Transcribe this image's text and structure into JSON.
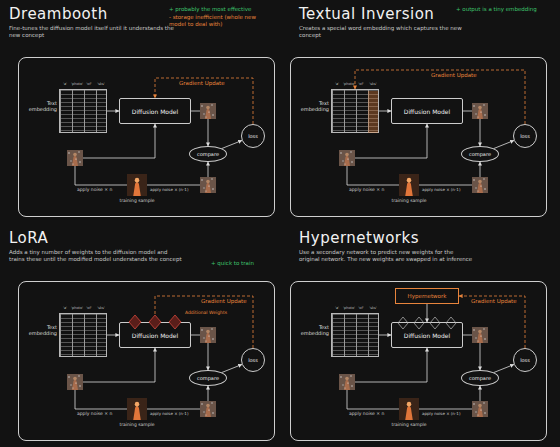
{
  "diagram": {
    "nodes": [
      {
        "text": [
          "Dreambooth",
          "Fine-tunes the diffusion model itself until it understands the new concept"
        ]
      },
      {
        "text": [
          "Text embedding"
        ],
        "in": 0
      },
      {
        "text": [
          "Diffusion Model"
        ],
        "in": 0
      },
      {
        "text": [
          "compare"
        ],
        "in": 0
      },
      {
        "text": [
          "loss"
        ],
        "in": 0
      },
      {
        "text": [
          "training sample"
        ],
        "in": 0
      },
      {
        "text": [
          "Textual Inversion",
          "Creates a special word embedding which captures the new concept"
        ]
      },
      {
        "text": [
          "Text embedding"
        ],
        "in": 6
      },
      {
        "text": [
          "Diffusion Model"
        ],
        "in": 6
      },
      {
        "text": [
          "compare"
        ],
        "in": 6
      },
      {
        "text": [
          "loss"
        ],
        "in": 6
      },
      {
        "text": [
          "training sample"
        ],
        "in": 6
      },
      {
        "text": [
          "LoRA",
          "Adds a tiny number of weights to the diffusion model and trains these until the modified model understands the concept"
        ]
      },
      {
        "text": [
          "Text embedding"
        ],
        "in": 12
      },
      {
        "text": [
          "Diffusion Model"
        ],
        "in": 12
      },
      {
        "text": [
          "compare"
        ],
        "in": 12
      },
      {
        "text": [
          "loss"
        ],
        "in": 12
      },
      {
        "text": [
          "training sample"
        ],
        "in": 12
      },
      {
        "text": [
          "Hypernetworks",
          "Use a secondary network to predict new weights for the original network. The new weights are swapped in at inference"
        ]
      },
      {
        "text": [
          "Text embedding"
        ],
        "in": 18
      },
      {
        "text": [
          "Hypernetwork"
        ],
        "in": 18
      },
      {
        "text": [
          "Diffusion Model"
        ],
        "in": 18
      },
      {
        "text": [
          "compare"
        ],
        "in": 18
      },
      {
        "text": [
          "loss"
        ],
        "in": 18
      },
      {
        "text": [
          "training sample"
        ],
        "in": 18
      }
    ],
    "edges": [
      {
        "from": 1,
        "to": 2,
        "arrow": "to"
      },
      {
        "from": 2,
        "to": 3,
        "arrow": "to"
      },
      {
        "from": 5,
        "to": 3,
        "arrow": "to"
      },
      {
        "from": 3,
        "to": 4,
        "arrow": "to"
      },
      {
        "from": 4,
        "to": 2,
        "label": "Gradient Update",
        "arrow": "to"
      },
      {
        "from": 5,
        "to": 2,
        "arrow": "to"
      },
      {
        "from": 7,
        "to": 8,
        "arrow": "to"
      },
      {
        "from": 8,
        "to": 9,
        "arrow": "to"
      },
      {
        "from": 11,
        "to": 9,
        "arrow": "to"
      },
      {
        "from": 9,
        "to": 10,
        "arrow": "to"
      },
      {
        "from": 10,
        "to": 7,
        "label": "Gradient Update",
        "arrow": "to"
      },
      {
        "from": 11,
        "to": 8,
        "arrow": "to"
      },
      {
        "from": 13,
        "to": 14,
        "arrow": "to"
      },
      {
        "from": 14,
        "to": 15,
        "arrow": "to"
      },
      {
        "from": 17,
        "to": 15,
        "arrow": "to"
      },
      {
        "from": 15,
        "to": 16,
        "arrow": "to"
      },
      {
        "from": 16,
        "to": 14,
        "label": "Gradient Update",
        "arrow": "to"
      },
      {
        "from": 17,
        "to": 14,
        "arrow": "to"
      },
      {
        "from": 19,
        "to": 21,
        "arrow": "to"
      },
      {
        "from": 21,
        "to": 22,
        "arrow": "to"
      },
      {
        "from": 24,
        "to": 22,
        "arrow": "to"
      },
      {
        "from": 22,
        "to": 23,
        "arrow": "to"
      },
      {
        "from": 23,
        "to": 20,
        "label": "Gradient Update",
        "arrow": "to"
      },
      {
        "from": 24,
        "to": 21,
        "arrow": "to"
      },
      {
        "from": 20,
        "to": 21,
        "arrow": "to"
      }
    ],
    "labels": [
      "'a'",
      "'photo'",
      "'of'",
      "'sks'",
      "+ probably the most effective",
      "- storage inefficient (whole new model to deal with)",
      "apply noise × n",
      "apply noise × (n-1)",
      "'a'",
      "'photo'",
      "'of'",
      "'sks'",
      "+ output is a tiny embedding",
      "apply noise × n",
      "apply noise × (n-1)",
      "'a'",
      "'photo'",
      "'of'",
      "'sks'",
      "+ quick to train",
      "Additional Weights",
      "apply noise × n",
      "apply noise × (n-1)",
      "'a'",
      "'photo'",
      "'of'",
      "'sks'",
      "apply noise × n",
      "apply noise × (n-1)"
    ]
  }
}
